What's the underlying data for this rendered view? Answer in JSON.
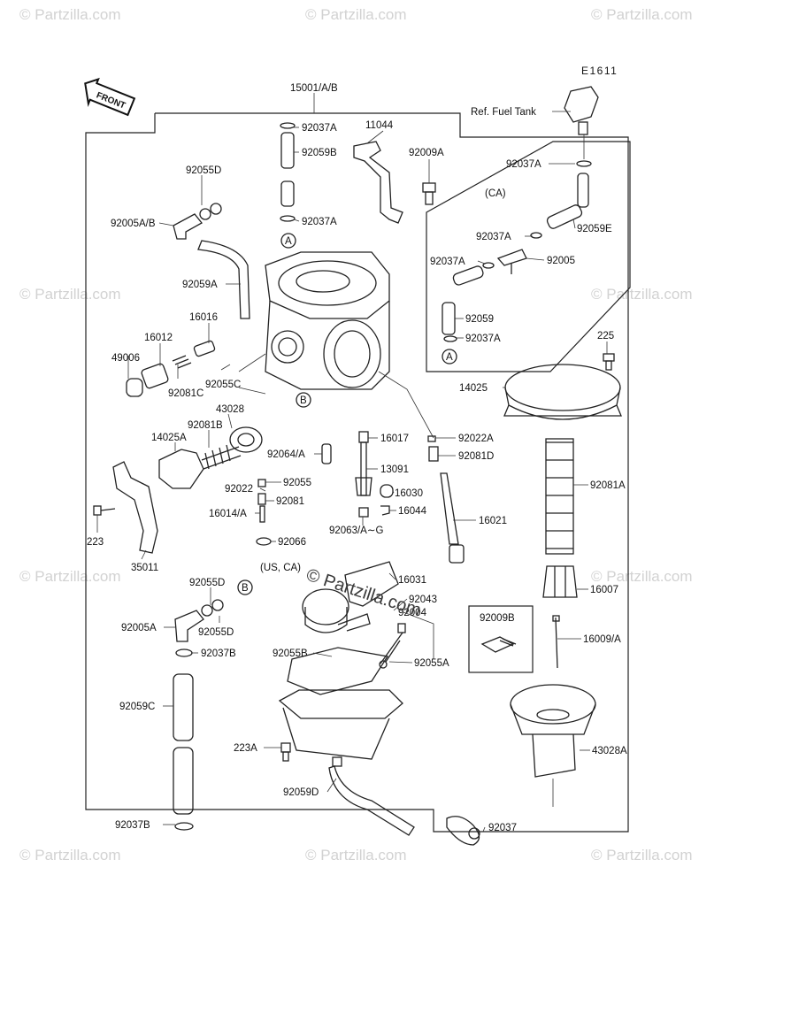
{
  "diagram": {
    "code": "E1611",
    "front_label": "FRONT",
    "center_watermark": "© Partzilla.com",
    "watermark": "© Partzilla.com",
    "labels": [
      {
        "id": "15001AB",
        "text": "15001/A/B"
      },
      {
        "id": "92037A_top",
        "text": "92037A"
      },
      {
        "id": "11044",
        "text": "11044"
      },
      {
        "id": "92059B",
        "text": "92059B"
      },
      {
        "id": "92009A",
        "text": "92009A"
      },
      {
        "id": "92055D_top",
        "text": "92055D"
      },
      {
        "id": "92005AB",
        "text": "92005A/B"
      },
      {
        "id": "92037A_mid",
        "text": "92037A"
      },
      {
        "id": "92059A",
        "text": "92059A"
      },
      {
        "id": "16016",
        "text": "16016"
      },
      {
        "id": "16012",
        "text": "16012"
      },
      {
        "id": "49006",
        "text": "49006"
      },
      {
        "id": "92081C",
        "text": "92081C"
      },
      {
        "id": "92055C",
        "text": "92055C"
      },
      {
        "id": "43028",
        "text": "43028"
      },
      {
        "id": "92081B",
        "text": "92081B"
      },
      {
        "id": "14025A",
        "text": "14025A"
      },
      {
        "id": "92064A",
        "text": "92064/A"
      },
      {
        "id": "16017",
        "text": "16017"
      },
      {
        "id": "92022A",
        "text": "92022A"
      },
      {
        "id": "92081D",
        "text": "92081D"
      },
      {
        "id": "13091",
        "text": "13091"
      },
      {
        "id": "92055",
        "text": "92055"
      },
      {
        "id": "92022",
        "text": "92022"
      },
      {
        "id": "92081",
        "text": "92081"
      },
      {
        "id": "16014A",
        "text": "16014/A"
      },
      {
        "id": "16030",
        "text": "16030"
      },
      {
        "id": "16044",
        "text": "16044"
      },
      {
        "id": "92063AG",
        "text": "92063/A∼G"
      },
      {
        "id": "16021",
        "text": "16021"
      },
      {
        "id": "92066",
        "text": "92066"
      },
      {
        "id": "usca",
        "text": "(US, CA)"
      },
      {
        "id": "223",
        "text": "223"
      },
      {
        "id": "35011",
        "text": "35011"
      },
      {
        "id": "92055D_low",
        "text": "92055D"
      },
      {
        "id": "92005A",
        "text": "92005A"
      },
      {
        "id": "92055D_low2",
        "text": "92055D"
      },
      {
        "id": "92037B_top",
        "text": "92037B"
      },
      {
        "id": "92059C",
        "text": "92059C"
      },
      {
        "id": "92037B_bot",
        "text": "92037B"
      },
      {
        "id": "16031",
        "text": "16031"
      },
      {
        "id": "92043",
        "text": "92043"
      },
      {
        "id": "92004",
        "text": "92004"
      },
      {
        "id": "92055B",
        "text": "92055B"
      },
      {
        "id": "92055A",
        "text": "92055A"
      },
      {
        "id": "92009B",
        "text": "92009B"
      },
      {
        "id": "223A",
        "text": "223A"
      },
      {
        "id": "92059D",
        "text": "92059D"
      },
      {
        "id": "92037",
        "text": "92037"
      },
      {
        "id": "reffuel",
        "text": "Ref. Fuel Tank"
      },
      {
        "id": "92037A_ca1",
        "text": "92037A"
      },
      {
        "id": "ca",
        "text": "(CA)"
      },
      {
        "id": "92037A_ca2",
        "text": "92037A"
      },
      {
        "id": "92059E",
        "text": "92059E"
      },
      {
        "id": "92037A_ca3",
        "text": "92037A"
      },
      {
        "id": "92005",
        "text": "92005"
      },
      {
        "id": "92059",
        "text": "92059"
      },
      {
        "id": "92037A_ca4",
        "text": "92037A"
      },
      {
        "id": "225",
        "text": "225"
      },
      {
        "id": "14025",
        "text": "14025"
      },
      {
        "id": "92081A",
        "text": "92081A"
      },
      {
        "id": "16007",
        "text": "16007"
      },
      {
        "id": "16009A",
        "text": "16009/A"
      },
      {
        "id": "43028A",
        "text": "43028A"
      }
    ],
    "callouts": [
      {
        "id": "A1",
        "text": "A"
      },
      {
        "id": "A2",
        "text": "A"
      },
      {
        "id": "B1",
        "text": "B"
      },
      {
        "id": "B2",
        "text": "B"
      }
    ]
  }
}
